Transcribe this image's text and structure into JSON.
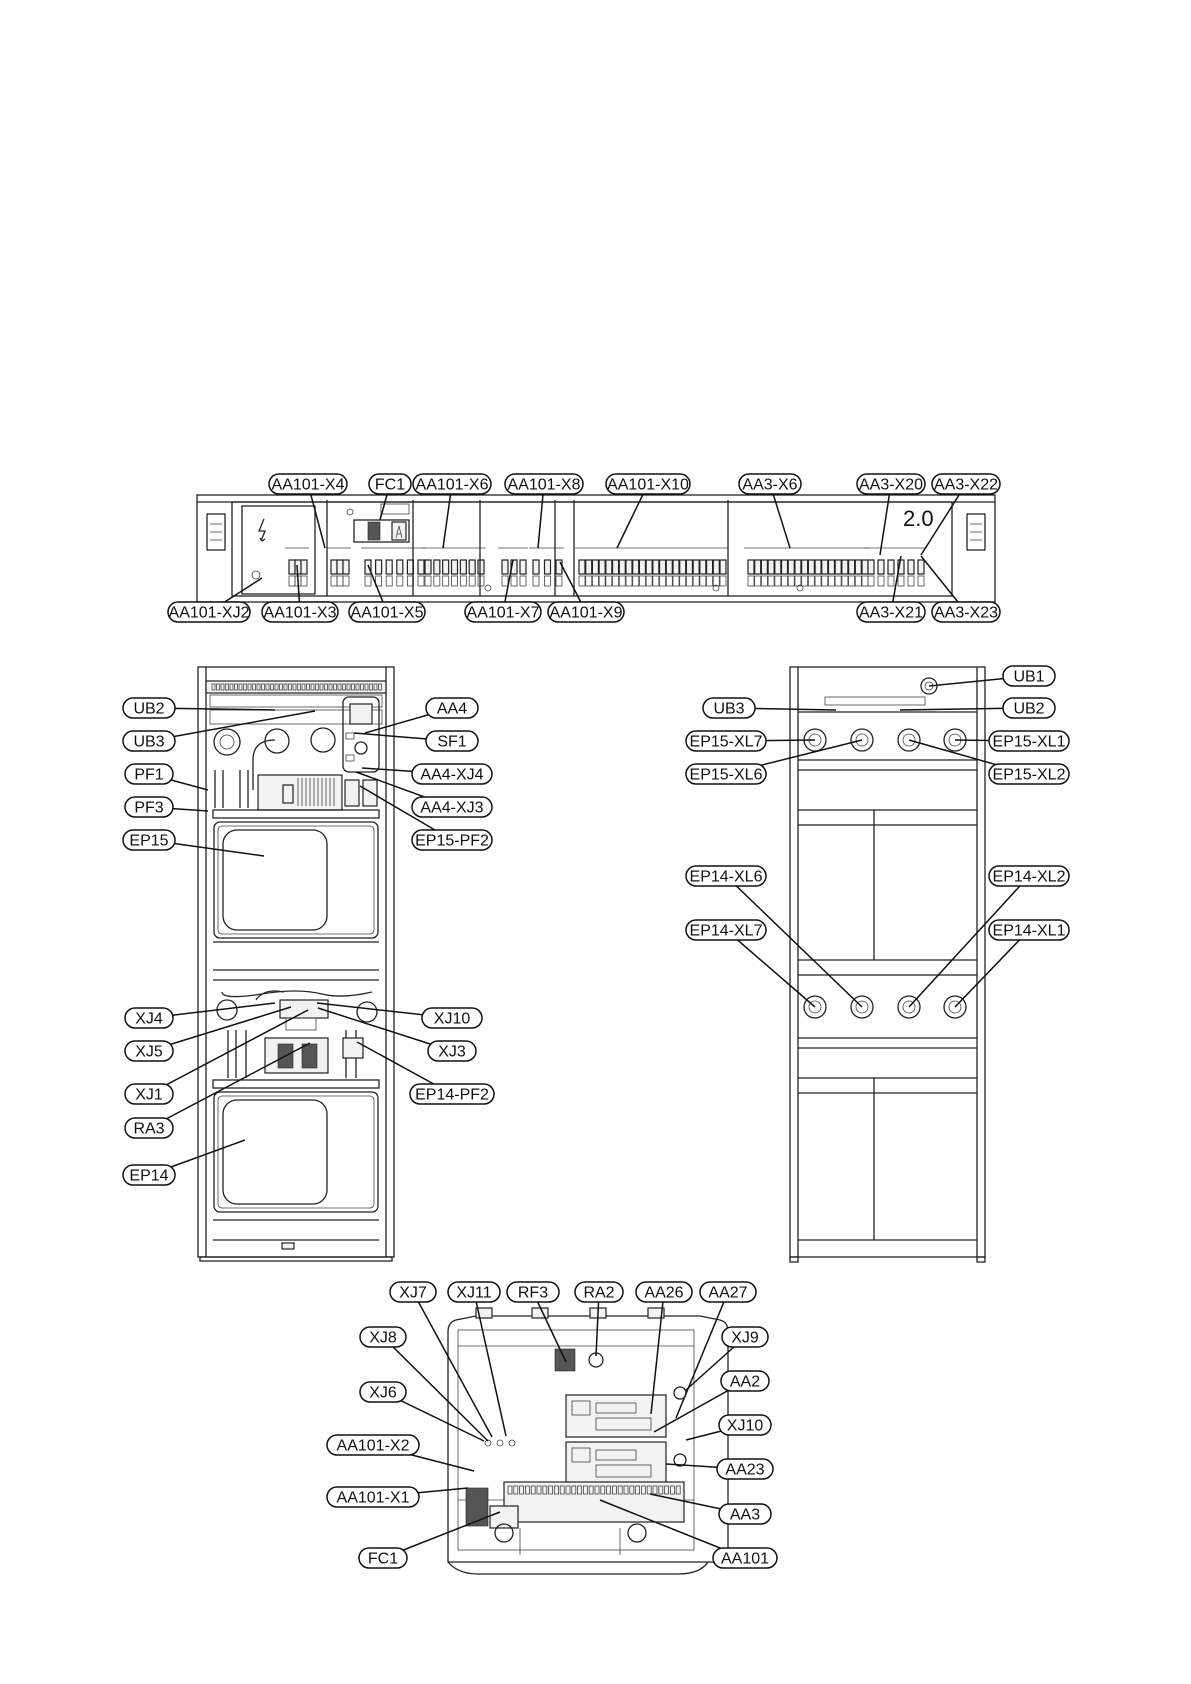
{
  "figure": {
    "panel_marking": "2.0",
    "top_callouts": [
      "AA101-X4",
      "FC1",
      "AA101-X6",
      "AA101-X8",
      "AA101-X10",
      "AA3-X6",
      "AA3-X20",
      "AA3-X22"
    ],
    "bottom_callouts": [
      "AA101-XJ2",
      "AA101-X3",
      "AA101-X5",
      "AA101-X7",
      "AA101-X9",
      "AA3-X21",
      "AA3-X23"
    ],
    "front_left_callouts": [
      "UB2",
      "UB3",
      "PF1",
      "PF3",
      "EP15",
      "XJ4",
      "XJ5",
      "XJ1",
      "RA3",
      "EP14"
    ],
    "front_right_callouts": [
      "AA4",
      "SF1",
      "AA4-XJ4",
      "AA4-XJ3",
      "EP15-PF2",
      "XJ10",
      "XJ3",
      "EP14-PF2"
    ],
    "rear_left_callouts": [
      "UB3",
      "EP15-XL7",
      "EP15-XL6",
      "EP14-XL6",
      "EP14-XL7"
    ],
    "rear_right_callouts": [
      "UB1",
      "UB2",
      "EP15-XL1",
      "EP15-XL2",
      "EP14-XL2",
      "EP14-XL1"
    ],
    "board_top_callouts": [
      "XJ7",
      "XJ11",
      "RF3",
      "RA2",
      "AA26",
      "AA27"
    ],
    "board_left_callouts": [
      "XJ8",
      "XJ6",
      "AA101-X2",
      "AA101-X1",
      "FC1"
    ],
    "board_right_callouts": [
      "XJ9",
      "AA2",
      "XJ10",
      "AA23",
      "AA3",
      "AA101"
    ]
  }
}
